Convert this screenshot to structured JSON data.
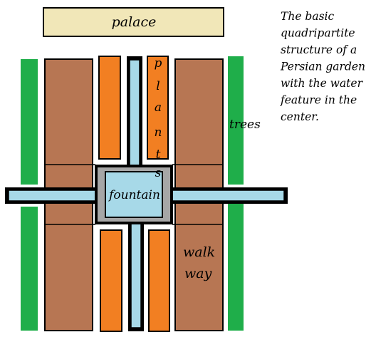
{
  "labels": {
    "palace": "palace",
    "fountain": "fountain",
    "trees": "trees",
    "plants": [
      "p",
      "l",
      "a",
      "n",
      "t",
      "s"
    ],
    "walkway": [
      "walk",
      "way"
    ]
  },
  "caption": [
    "The basic",
    "quadripartite",
    "structure of a",
    "Persian garden",
    "with the water",
    "feature in the",
    "center."
  ],
  "colors": {
    "palace": "#f1e7b8",
    "walkway": "#b77653",
    "plants": "#f27f22",
    "trees": "#1fae4a",
    "water": "#a7d9e8",
    "fountain_border": "#a6a6a6",
    "outline": "#000000"
  }
}
